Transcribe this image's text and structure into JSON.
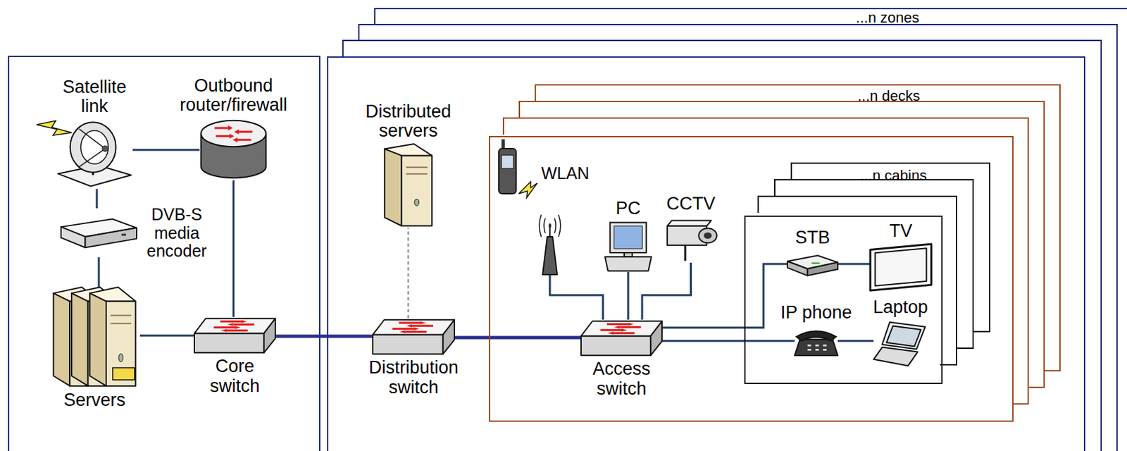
{
  "diagram": {
    "nodes": [
      {
        "text": [
          "Satellite link"
        ]
      },
      {
        "text": [
          "Outbound router/firewall"
        ]
      },
      {
        "text": [
          "DVB-S media encoder"
        ]
      },
      {
        "text": [
          "Servers"
        ]
      },
      {
        "text": [
          "Core switch"
        ]
      },
      {
        "text": [
          "...n zones"
        ]
      },
      {
        "text": [
          "Distributed servers"
        ],
        "in": 5
      },
      {
        "text": [
          "Distribution switch"
        ],
        "in": 5
      },
      {
        "text": [
          "...n decks"
        ],
        "in": 5
      },
      {
        "text": [
          "WLAN"
        ],
        "in": 8
      },
      {
        "text": [
          "PC"
        ],
        "in": 8
      },
      {
        "text": [
          "CCTV"
        ],
        "in": 8
      },
      {
        "text": [
          "Access switch"
        ],
        "in": 8
      },
      {
        "text": [
          "...n cabins"
        ],
        "in": 8
      },
      {
        "text": [
          "STB"
        ],
        "in": 13
      },
      {
        "text": [
          "TV"
        ],
        "in": 13
      },
      {
        "text": [
          "IP phone"
        ],
        "in": 13
      },
      {
        "text": [
          "Laptop"
        ],
        "in": 13
      }
    ],
    "edges": [
      {
        "from": 0,
        "to": 1,
        "arrow": "none"
      },
      {
        "from": 0,
        "to": 2,
        "arrow": "none"
      },
      {
        "from": 2,
        "to": 3,
        "arrow": "none"
      },
      {
        "from": 3,
        "to": 4,
        "arrow": "none"
      },
      {
        "from": 1,
        "to": 4,
        "arrow": "none"
      },
      {
        "from": 4,
        "to": 7,
        "arrow": "none"
      },
      {
        "from": 7,
        "to": 6,
        "arrow": "none"
      },
      {
        "from": 7,
        "to": 12,
        "arrow": "none"
      },
      {
        "from": 12,
        "to": 9,
        "arrow": "none"
      },
      {
        "from": 12,
        "to": 10,
        "arrow": "none"
      },
      {
        "from": 12,
        "to": 11,
        "arrow": "none"
      },
      {
        "from": 12,
        "to": 14,
        "arrow": "none"
      },
      {
        "from": 12,
        "to": 16,
        "arrow": "none"
      },
      {
        "from": 14,
        "to": 15,
        "arrow": "none"
      },
      {
        "from": 16,
        "to": 17,
        "arrow": "none"
      }
    ]
  }
}
